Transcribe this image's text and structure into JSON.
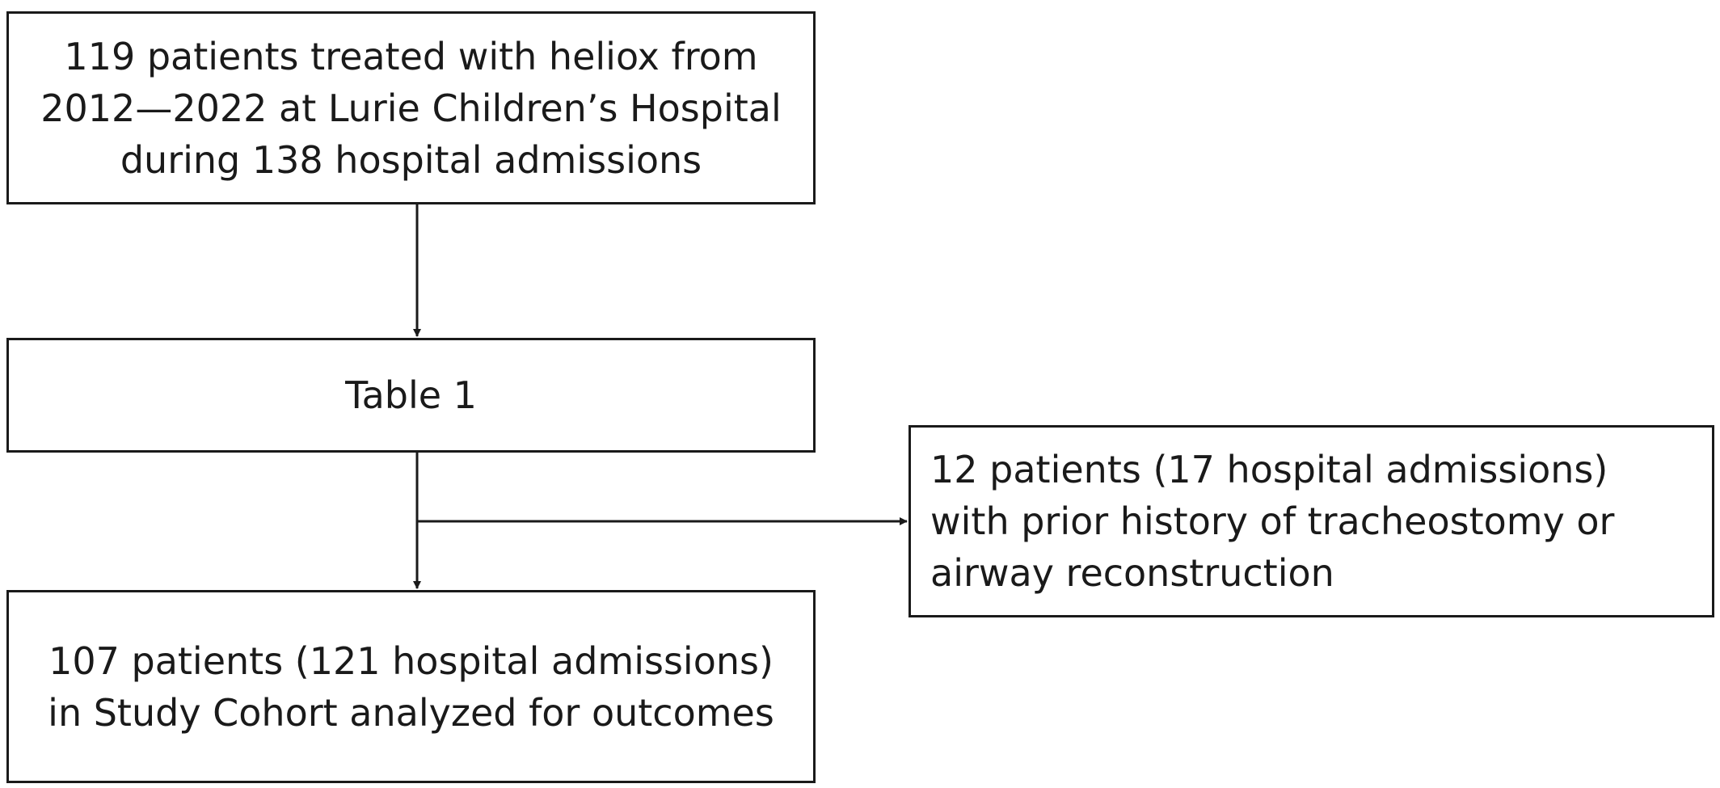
{
  "diagram": {
    "start": {
      "lines": [
        "119 patients treated with heliox from",
        "2012—2022 at Lurie Children’s Hospital",
        "during 138 hospital admissions"
      ]
    },
    "table": {
      "lines": [
        "Table 1"
      ]
    },
    "exclusion": {
      "lines": [
        "12 patients (17 hospital admissions)",
        "with prior history of tracheostomy or",
        "airway reconstruction"
      ]
    },
    "cohort": {
      "lines": [
        "107 patients (121 hospital admissions)",
        "in Study Cohort analyzed for outcomes"
      ]
    }
  }
}
